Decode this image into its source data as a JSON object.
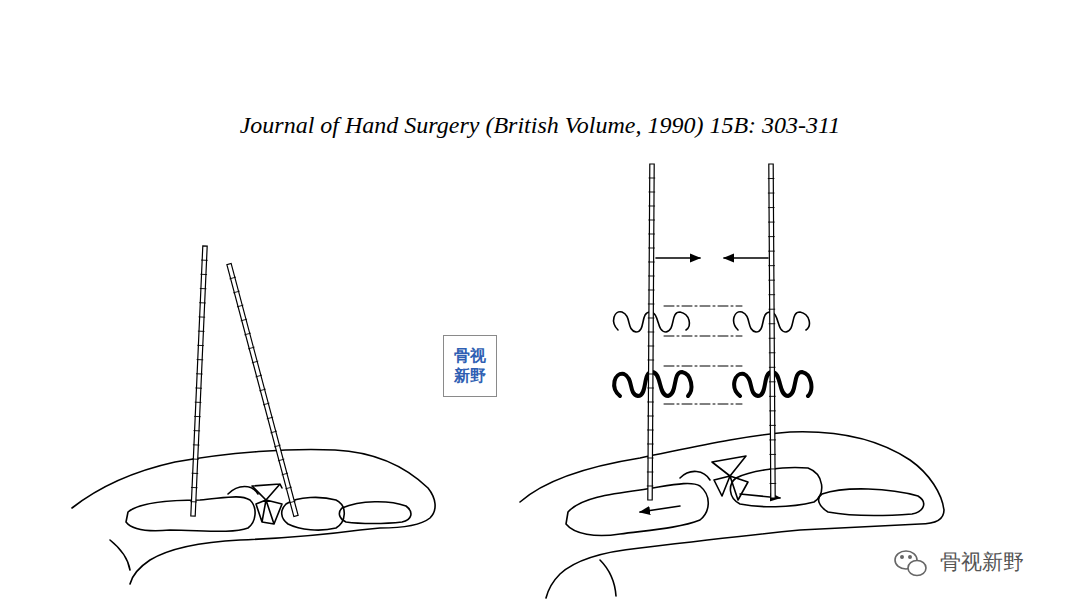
{
  "diagram": {
    "title": "Journal of Hand Surgery (British Volume, 1990) 15B: 303-311",
    "nodes": [
      {
        "text": [
          "骨视 新野"
        ]
      }
    ],
    "labels": [
      "骨视新野"
    ]
  }
}
